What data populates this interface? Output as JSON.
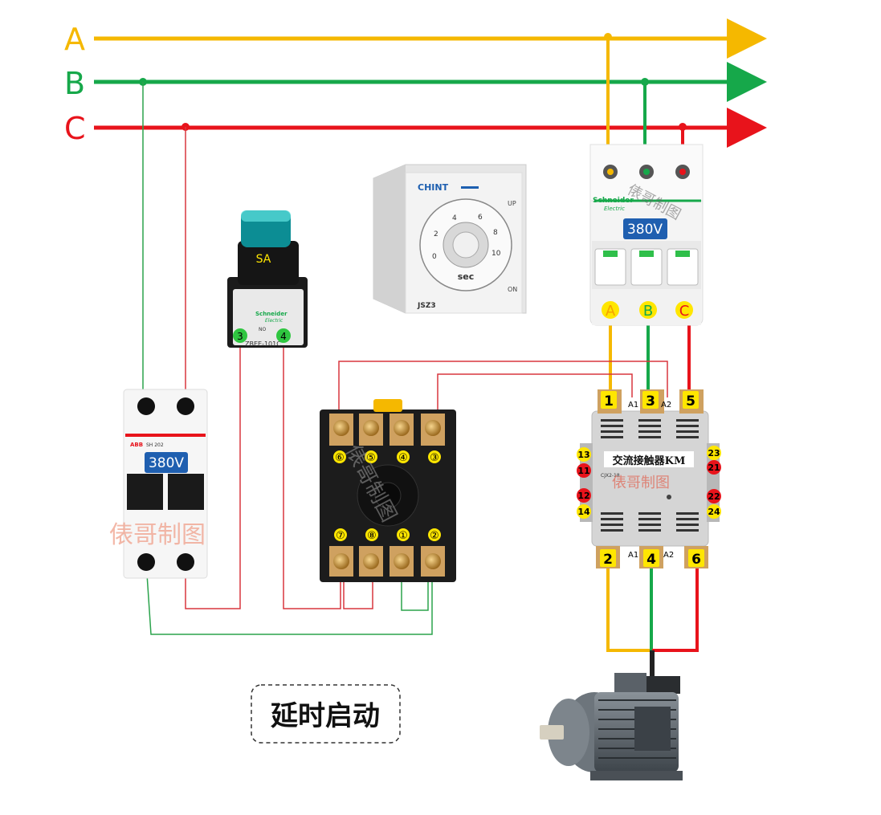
{
  "phases": {
    "a": "A",
    "b": "B",
    "c": "C"
  },
  "breaker_3p": {
    "voltage": "380V",
    "brand": "Schneider",
    "brand_sub": "Electric",
    "out_a": "A",
    "out_b": "B",
    "out_c": "C"
  },
  "breaker_2p": {
    "voltage": "380V",
    "brand": "ABB",
    "model": "SH 202"
  },
  "switch_sa": {
    "label": "SA",
    "brand": "Schneider",
    "brand_sub": "Electric",
    "model": "ZBEE-101C",
    "term_left": "3",
    "term_right": "4",
    "contact": "NO"
  },
  "timer": {
    "brand": "CHINT",
    "unit": "sec",
    "model": "JSZ3",
    "up": "UP",
    "on": "ON",
    "scale": [
      "0",
      "2",
      "4",
      "6",
      "8",
      "10"
    ]
  },
  "socket": {
    "top_terminals": [
      "⑥",
      "⑤",
      "④",
      "③"
    ],
    "bottom_terminals": [
      "⑦",
      "⑧",
      "①",
      "②"
    ]
  },
  "contactor": {
    "name": "交流接触器KM",
    "model": "CJX2-18",
    "top_terminals": [
      "1",
      "3",
      "5"
    ],
    "bottom_terminals": [
      "2",
      "4",
      "6"
    ],
    "coil": [
      "A1",
      "A2"
    ],
    "aux_left": [
      "13",
      "11",
      "12",
      "14"
    ],
    "aux_right": [
      "23",
      "21",
      "22",
      "24"
    ]
  },
  "watermark": "俵哥制图",
  "caption": "延时启动",
  "colors": {
    "phase_a": "#f5b800",
    "phase_b": "#16a84a",
    "phase_c": "#e8131b",
    "control": "#d9363e",
    "control_green": "#2ba34c"
  },
  "icons": [
    "motor-icon"
  ]
}
